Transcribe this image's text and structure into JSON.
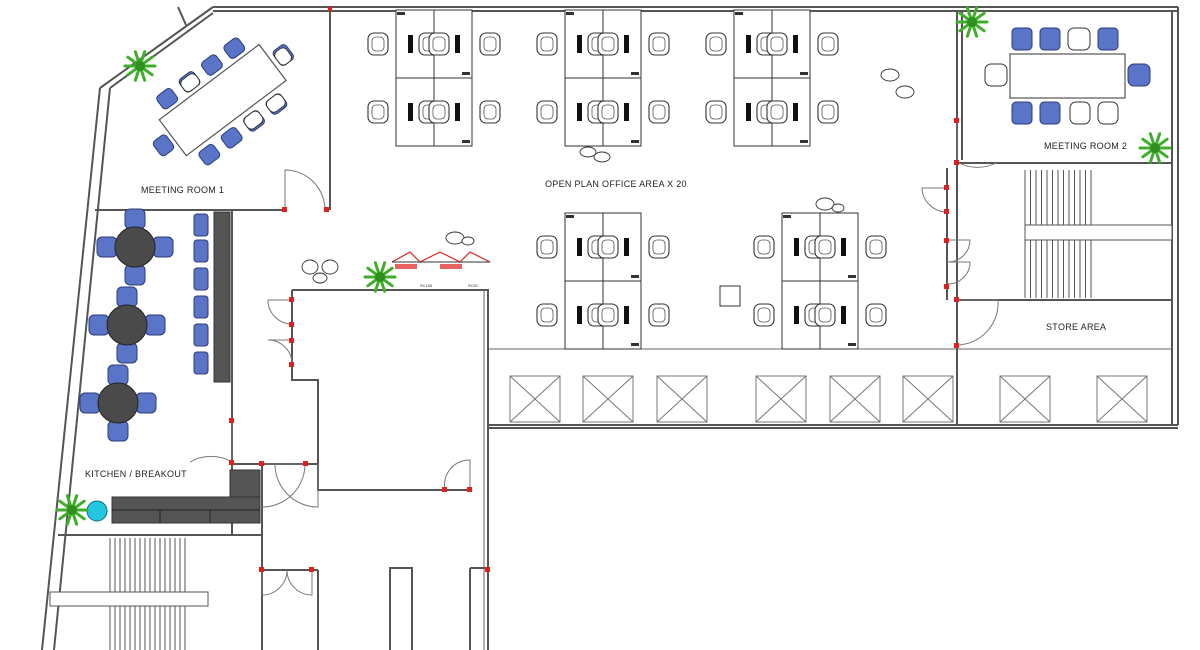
{
  "rooms": {
    "meeting_room_1": "MEETING ROOM 1",
    "open_plan": "OPEN PLAN OFFICE AREA X 20",
    "meeting_room_2": "MEETING ROOM 2",
    "store_area": "STORE AREA",
    "kitchen": "KITCHEN / BREAKOUT"
  },
  "colors": {
    "wall": "#555555",
    "chair_blue": "#5a74c8",
    "chair_outline": "#2b3b7a",
    "table_grey": "#4a4a4a",
    "door_marker": "#e02020",
    "plant": "#3fae2a",
    "water_cooler": "#23c7e0"
  },
  "icons": [
    "plant-icon",
    "printer-icon",
    "water-cooler-icon"
  ]
}
